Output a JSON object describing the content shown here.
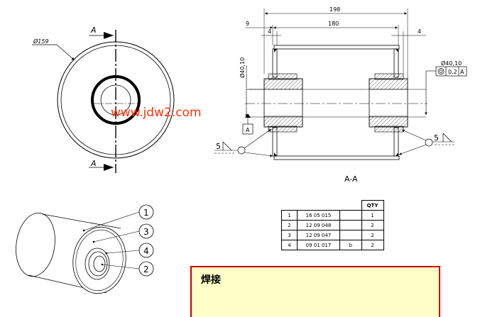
{
  "front_view": {
    "diameter_label": "Ø159",
    "section_mark_top": "A",
    "section_mark_bottom": "A"
  },
  "watermark": "www.jdw2.com",
  "section_view": {
    "title": "A-A",
    "dim_overall": "198",
    "dim_inner": "180",
    "dim_left_offset": "9",
    "dim_left_small": "4",
    "dim_right_small": "4",
    "dim_shaft_left": "Ø40,10",
    "dim_shaft_right": "Ø40,10",
    "tolerance_value": "0.2",
    "tolerance_datum": "A",
    "datum_label": "A",
    "weld_left": "5",
    "weld_right": "5"
  },
  "balloons": [
    "1",
    "3",
    "4",
    "2"
  ],
  "bom": {
    "header_qty": "QTY",
    "rows": [
      {
        "item": "1",
        "part": "16 05 015",
        "note": "",
        "qty": "1"
      },
      {
        "item": "2",
        "part": "12 09 048",
        "note": "",
        "qty": "2"
      },
      {
        "item": "3",
        "part": "12 09 047",
        "note": "",
        "qty": "2"
      },
      {
        "item": "4",
        "part": "09 01 017",
        "note": "b",
        "qty": "2"
      }
    ]
  },
  "note_box": {
    "title": "焊接"
  },
  "colors": {
    "watermark": "#ff3300",
    "note_border": "#cc0000",
    "note_background": "#ffffc8"
  }
}
